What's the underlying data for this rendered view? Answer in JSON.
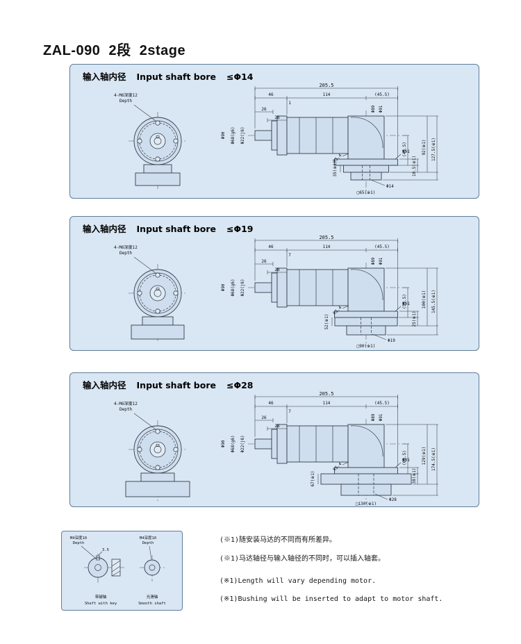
{
  "page": {
    "title": "ZAL-090  2段  2stage"
  },
  "panels": [
    {
      "header": {
        "zh": "输入轴内径",
        "en": "Input shaft bore",
        "bore": "≤Φ14"
      },
      "front": {
        "bolt_note": "4-M6深度12",
        "depth": "Depth"
      },
      "side": {
        "top_total": "205.5",
        "top_a": "46",
        "top_b": "114",
        "top_c": "(45.5)",
        "small_1": "1",
        "small_2": "26",
        "small_3": "28",
        "phi89": "Φ89",
        "phi91_top": "Φ91",
        "phi90": "Φ90",
        "phi68": "Φ68(g6)",
        "phi22": "Φ22(j6)",
        "radius": "R5.4",
        "left_v": "35(※1)",
        "right_v1": "(45.5)",
        "right_v2": "10.5(※1)",
        "right_v3": "92(※1)",
        "right_v4": "127.5(※1)",
        "phi91_side": "Φ91",
        "bore": "Φ14",
        "square": "□65(※1)"
      }
    },
    {
      "header": {
        "zh": "输入轴内径",
        "en": "Input shaft bore",
        "bore": "≤Φ19"
      },
      "front": {
        "bolt_note": "4-M6深度12",
        "depth": "Depth"
      },
      "side": {
        "top_total": "205.5",
        "top_a": "46",
        "top_b": "114",
        "top_c": "(45.5)",
        "small_1": "7",
        "small_2": "26",
        "small_3": "28",
        "phi89": "Φ89",
        "phi91_top": "Φ91",
        "phi90": "Φ90",
        "phi68": "Φ68(g6)",
        "phi22": "Φ22(j6)",
        "radius": "R5.4",
        "left_v": "52(※1)",
        "right_v1": "(55.5)",
        "right_v2": "25(※1)",
        "right_v3": "100(※1)",
        "right_v4": "145.5(※1)",
        "phi91_side": "Φ91",
        "bore": "Φ19",
        "square": "□90(※1)"
      }
    },
    {
      "header": {
        "zh": "输入轴内径",
        "en": "Input shaft bore",
        "bore": "≤Φ28"
      },
      "front": {
        "bolt_note": "4-M6深度12",
        "depth": "Depth"
      },
      "side": {
        "top_total": "205.5",
        "top_a": "46",
        "top_b": "114",
        "top_c": "(45.5)",
        "small_1": "7",
        "small_2": "26",
        "small_3": "28",
        "phi89": "Φ89",
        "phi91_top": "Φ91",
        "phi90": "Φ90",
        "phi68": "Φ68(g6)",
        "phi22": "Φ22(j6)",
        "radius": "R5.4",
        "left_v": "67(※1)",
        "right_v1": "(65.5)",
        "right_v2": "38(※1)",
        "right_v3": "129(※1)",
        "right_v4": "174.5(※1)",
        "phi91_side": "Φ91",
        "bore": "Φ28",
        "square": "□130(※1)"
      }
    }
  ],
  "shaft_panel": {
    "left": {
      "note": "M4深度10",
      "depth": "Depth",
      "dim": "3.5",
      "zh": "带键轴",
      "en": "Shaft with key"
    },
    "right": {
      "note": "M4深度10",
      "depth": "Depth",
      "zh": "光滑轴",
      "en": "Smooth shaft"
    }
  },
  "notes": {
    "zh1": "(※1)随安装马达的不同而有所差异。",
    "zh2": "(※1)马达轴径与输入轴径的不同时，可以插入轴套。",
    "en1": "(※1)Length will vary depending motor.",
    "en2": "(※1)Bushing will be inserted to adapt to motor shaft."
  }
}
